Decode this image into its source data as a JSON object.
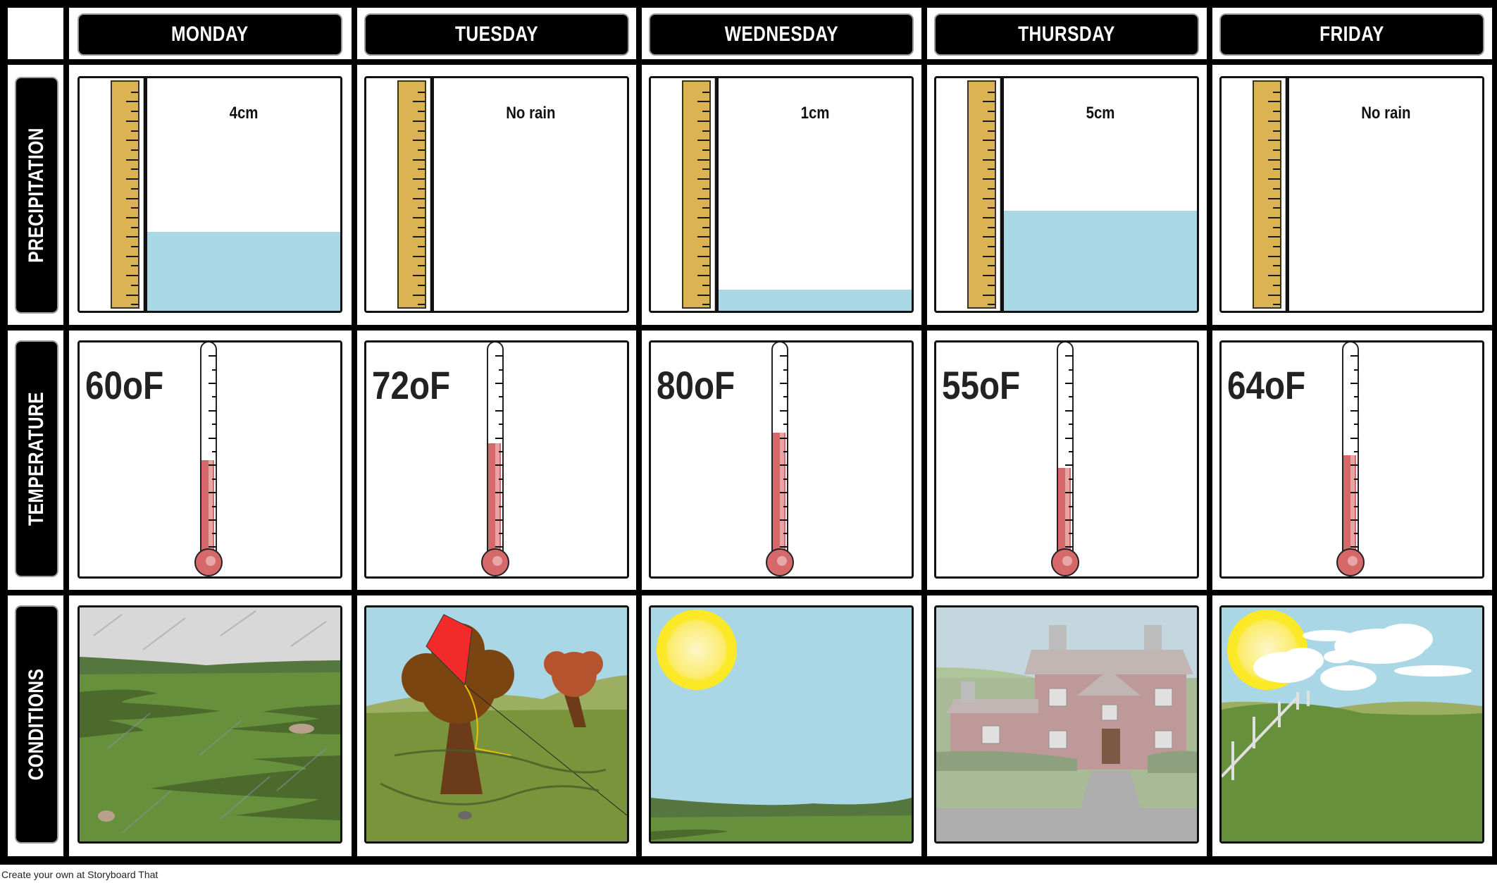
{
  "days": [
    {
      "name": "MONDAY",
      "precipitation": "4cm",
      "precip_cm": 4,
      "temperature": "60oF",
      "temp_f": 60,
      "conditions": "rainy grassy field"
    },
    {
      "name": "TUESDAY",
      "precipitation": "No rain",
      "precip_cm": 0,
      "temperature": "72oF",
      "temp_f": 72,
      "conditions": "windy autumn trees with kite"
    },
    {
      "name": "WEDNESDAY",
      "precipitation": "1cm",
      "precip_cm": 1,
      "temperature": "80oF",
      "temp_f": 80,
      "conditions": "sunny clear sky"
    },
    {
      "name": "THURSDAY",
      "precipitation": "5cm",
      "precip_cm": 5,
      "temperature": "55oF",
      "temp_f": 55,
      "conditions": "overcast brick house"
    },
    {
      "name": "FRIDAY",
      "precipitation": "No rain",
      "precip_cm": 0,
      "temperature": "64oF",
      "temp_f": 64,
      "conditions": "partly cloudy hills with fence"
    }
  ],
  "rows": {
    "precipitation": "PRECIPITATION",
    "temperature": "TEMPERATURE",
    "conditions": "CONDITIONS"
  },
  "colors": {
    "ruler": "#dcb352",
    "water": "#aad7e6",
    "mercury": "#d7686a",
    "sky": "#aad7e6",
    "grass": "#6a953c"
  },
  "footer": "Create your own at Storyboard That"
}
